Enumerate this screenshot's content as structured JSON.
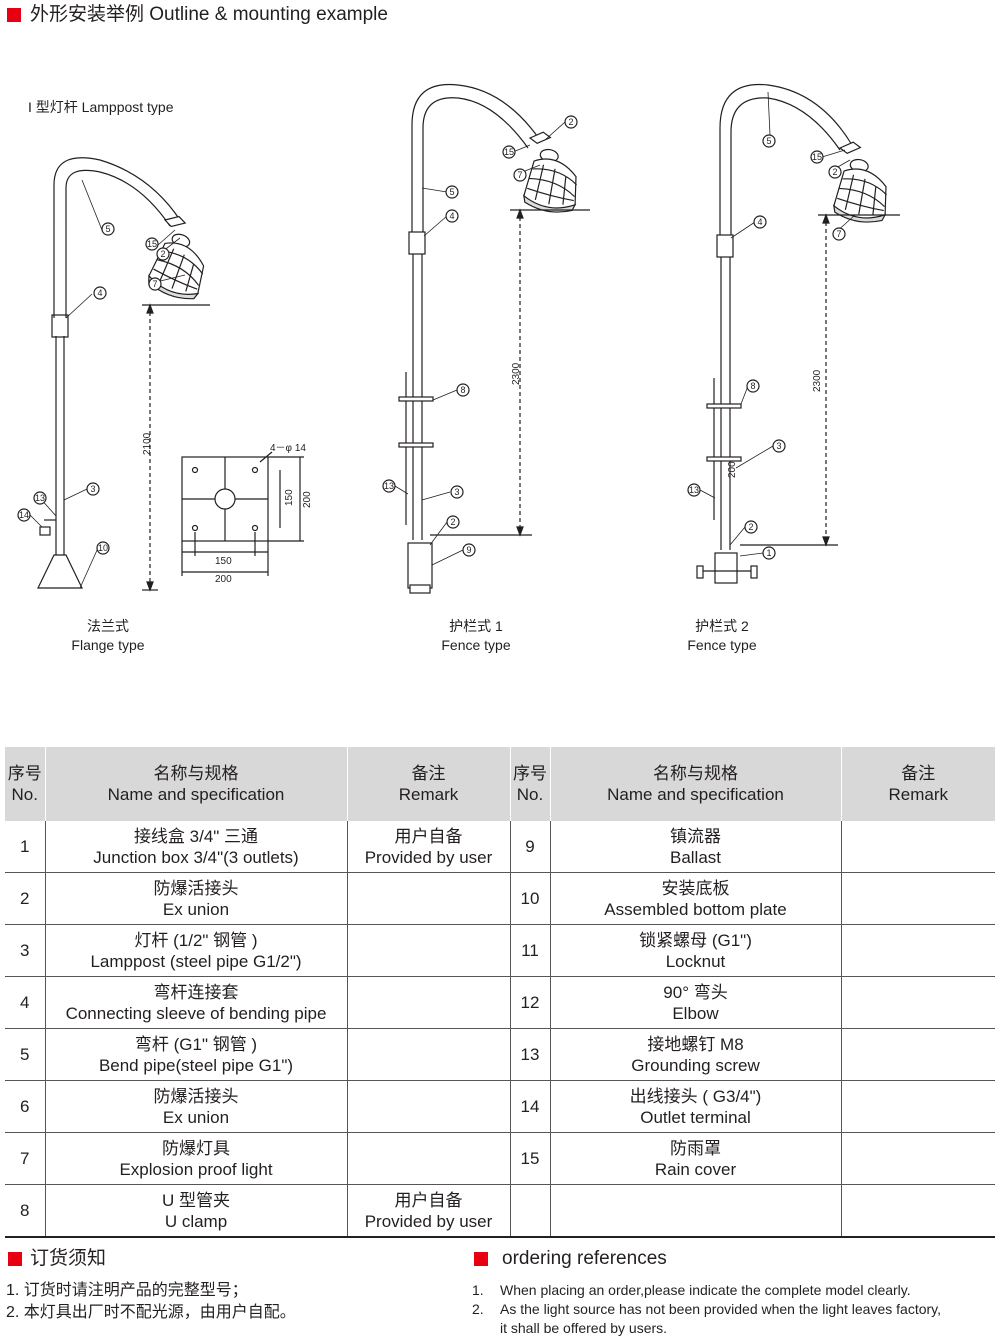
{
  "page": {
    "title": "外形安装举例 Outline & mounting example",
    "subtitle": "I 型灯杆 Lamppost type",
    "accent_color": "#e60012"
  },
  "figures": {
    "flange": {
      "cn": "法兰式",
      "en": "Flange type",
      "height": "2100"
    },
    "plate": {
      "hole_label": "4－φ 14",
      "inner": "150",
      "outer": "200"
    },
    "fence1": {
      "cn": "护栏式 1",
      "en": "Fence type",
      "height": "2300"
    },
    "fence2": {
      "cn": "护栏式 2",
      "en": "Fence type",
      "height": "2300",
      "clamp_gap": "200"
    },
    "callouts": [
      "1",
      "2",
      "3",
      "4",
      "5",
      "7",
      "8",
      "9",
      "10",
      "13",
      "14",
      "15"
    ]
  },
  "table": {
    "headers": {
      "no_cn": "序号",
      "no_en": "No.",
      "name_cn": "名称与规格",
      "name_en": "Name and specification",
      "remark_cn": "备注",
      "remark_en": "Remark"
    },
    "rows": [
      {
        "l": {
          "no": "1",
          "cn": "接线盒 3/4\" 三通",
          "en": "Junction box 3/4\"(3 outlets)",
          "rcn": "用户自备",
          "ren": "Provided by user"
        },
        "r": {
          "no": "9",
          "cn": "镇流器",
          "en": "Ballast",
          "rcn": "",
          "ren": ""
        }
      },
      {
        "l": {
          "no": "2",
          "cn": "防爆活接头",
          "en": "Ex union",
          "rcn": "",
          "ren": ""
        },
        "r": {
          "no": "10",
          "cn": "安装底板",
          "en": "Assembled bottom plate",
          "rcn": "",
          "ren": ""
        }
      },
      {
        "l": {
          "no": "3",
          "cn": "灯杆 (1/2\" 钢管 )",
          "en": "Lamppost (steel pipe G1/2\")",
          "rcn": "",
          "ren": ""
        },
        "r": {
          "no": "11",
          "cn": "锁紧螺母 (G1\")",
          "en": "Locknut",
          "rcn": "",
          "ren": ""
        }
      },
      {
        "l": {
          "no": "4",
          "cn": "弯杆连接套",
          "en": "Connecting sleeve of bending pipe",
          "rcn": "",
          "ren": ""
        },
        "r": {
          "no": "12",
          "cn": "90° 弯头",
          "en": "Elbow",
          "rcn": "",
          "ren": ""
        }
      },
      {
        "l": {
          "no": "5",
          "cn": "弯杆 (G1\" 钢管 )",
          "en": "Bend pipe(steel pipe G1\")",
          "rcn": "",
          "ren": ""
        },
        "r": {
          "no": "13",
          "cn": "接地螺钉 M8",
          "en": "Grounding screw",
          "rcn": "",
          "ren": ""
        }
      },
      {
        "l": {
          "no": "6",
          "cn": "防爆活接头",
          "en": "Ex union",
          "rcn": "",
          "ren": ""
        },
        "r": {
          "no": "14",
          "cn": "出线接头 ( G3/4\")",
          "en": "Outlet terminal",
          "rcn": "",
          "ren": ""
        }
      },
      {
        "l": {
          "no": "7",
          "cn": "防爆灯具",
          "en": "Explosion proof light",
          "rcn": "",
          "ren": ""
        },
        "r": {
          "no": "15",
          "cn": "防雨罩",
          "en": "Rain cover",
          "rcn": "",
          "ren": ""
        }
      },
      {
        "l": {
          "no": "8",
          "cn": "U 型管夹",
          "en": "U clamp",
          "rcn": "用户自备",
          "ren": "Provided by user"
        },
        "r": {
          "no": "",
          "cn": "",
          "en": "",
          "rcn": "",
          "ren": ""
        }
      }
    ]
  },
  "ordering_cn": {
    "title": "订货须知",
    "items": [
      "1.  订货时请注明产品的完整型号；",
      "2.  本灯具出厂时不配光源，由用户自配。"
    ]
  },
  "ordering_en": {
    "title": "ordering references",
    "item1_no": "1.",
    "item1": "When placing an order,please indicate the complete model clearly.",
    "item2_no": "2.",
    "item2a": "As the light source has not been provided when the light leaves factory,",
    "item2b": "it shall be offered by users."
  }
}
